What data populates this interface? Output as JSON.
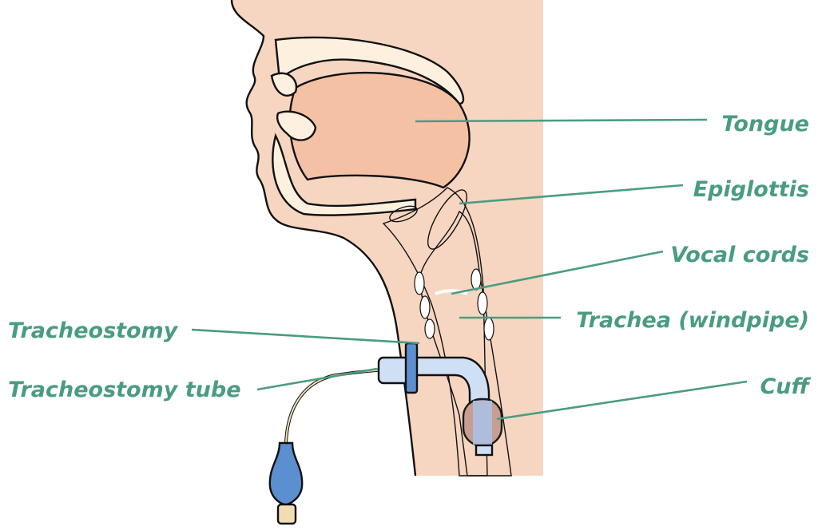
{
  "colors": {
    "label": "#4a9c80",
    "skin": "#f6d6c1",
    "tongue": "#f5c1a5",
    "bone": "#fdf0df",
    "trachea": "#b3191b",
    "tube": "#cfe0f4",
    "flange": "#5b8fd0",
    "cuff": "#c69a90"
  },
  "labels": {
    "tongue": "Tongue",
    "epiglottis": "Epiglottis",
    "vocal_cords": "Vocal cords",
    "trachea": "Trachea (windpipe)",
    "cuff": "Cuff",
    "tracheostomy": "Tracheostomy",
    "tracheostomy_tube": "Tracheostomy tube"
  }
}
